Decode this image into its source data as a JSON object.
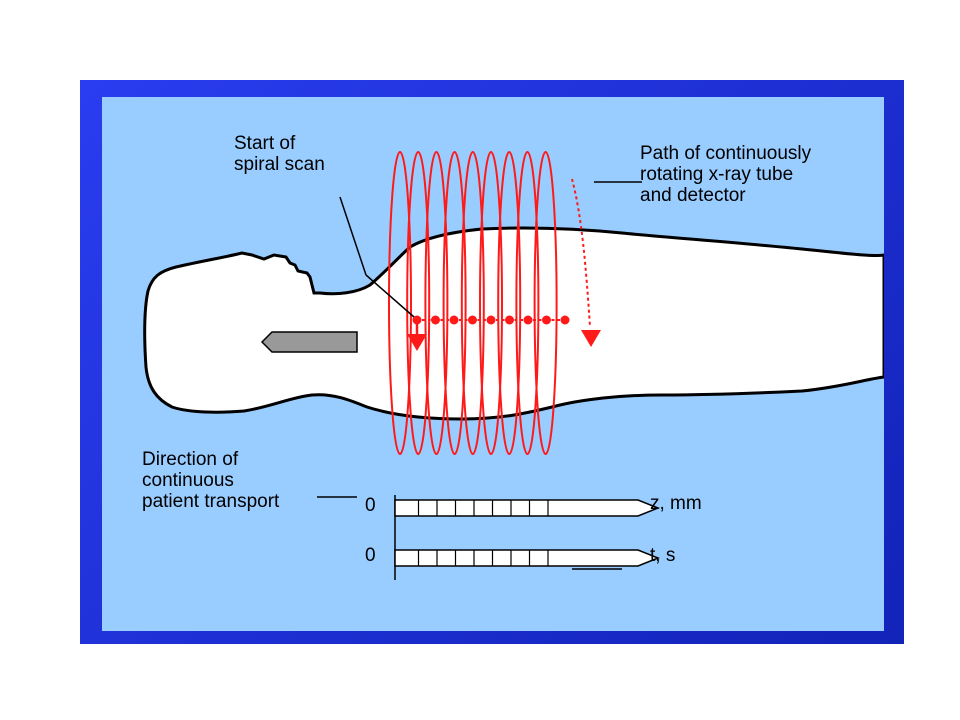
{
  "labels": {
    "start_line1": "Start of",
    "start_line2": "spiral scan",
    "path_line1": "Path of continuously",
    "path_line2": "rotating x-ray tube",
    "path_line3": "and detector",
    "direction_line1": "Direction of",
    "direction_line2": "continuous",
    "direction_line3": "patient transport"
  },
  "axes": {
    "z": {
      "origin": "0",
      "label": "z, mm"
    },
    "t": {
      "origin": "0",
      "label": "t, s"
    }
  },
  "colors": {
    "frame": "#1c2fd6",
    "background": "#99ccff",
    "spiral": "#ff1a1a",
    "body": "#ffffff",
    "outline": "#000000",
    "table": "#999999"
  },
  "spiral": {
    "loops": 9,
    "sample_points": 9
  },
  "axis_ticks": 8
}
